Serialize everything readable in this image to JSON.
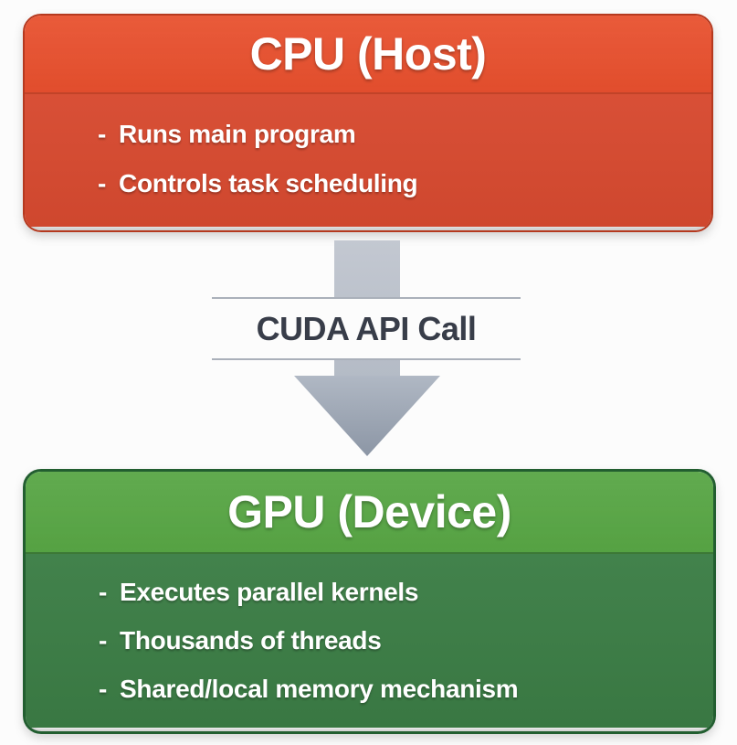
{
  "bullet_prefix": "-",
  "cpu_box": {
    "title": "CPU (Host)",
    "bullets": [
      "Runs main program",
      "Controls task scheduling"
    ]
  },
  "connector": {
    "label": "CUDA API Call",
    "direction": "down"
  },
  "gpu_box": {
    "title": "GPU (Device)",
    "bullets": [
      "Executes parallel kernels",
      "Thousands of threads",
      "Shared/local memory mechanism"
    ]
  },
  "colors": {
    "page_bg": "#fcfcfc",
    "cpu_header": "#e8502e",
    "cpu_body": "#d74a30",
    "cpu_border": "#b5391f",
    "gpu_header": "#57a544",
    "gpu_body": "#3c7e46",
    "gpu_border": "#225e30",
    "arrow_shaft": "#c3c8d1",
    "arrow_head_top": "#b0b8c4",
    "arrow_head_bottom": "#8c96a5",
    "band_line": "#aab0ba",
    "label_text": "#383d49",
    "bullet_text": "#ffffff"
  }
}
